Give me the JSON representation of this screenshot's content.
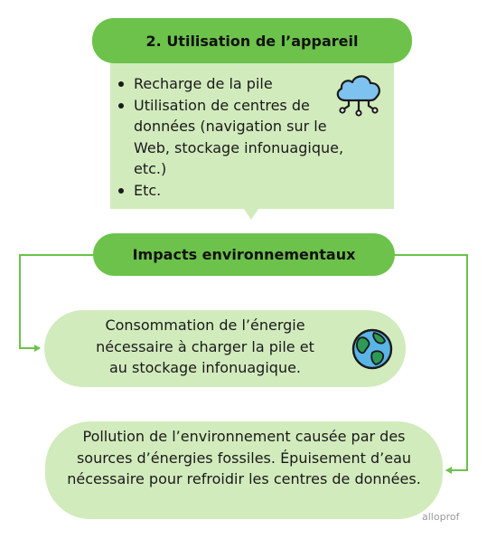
{
  "title": "2. Utilisation de l’appareil",
  "usage_items": [
    "Recharge de la pile",
    "Utilisation de centres de données (navigation sur le Web, stockage infonuagique, etc.)",
    "Etc."
  ],
  "impacts_label": "Impacts environnementaux",
  "impact_1": "Consommation de l’énergie nécessaire à charger la pile et au stockage infonuagique.",
  "impact_2": "Pollution de l’environnement causée par des sources d’énergies fossiles. Épuisement d’eau nécessaire pour refroidir les centres de données.",
  "brand": "alloprof",
  "icons": {
    "usage": "cloud-network-icon",
    "impact_1": "earth-globe-icon"
  },
  "colors": {
    "pill": "#6cc24a",
    "box": "#d2ebbd",
    "connector": "#6cc24a"
  }
}
